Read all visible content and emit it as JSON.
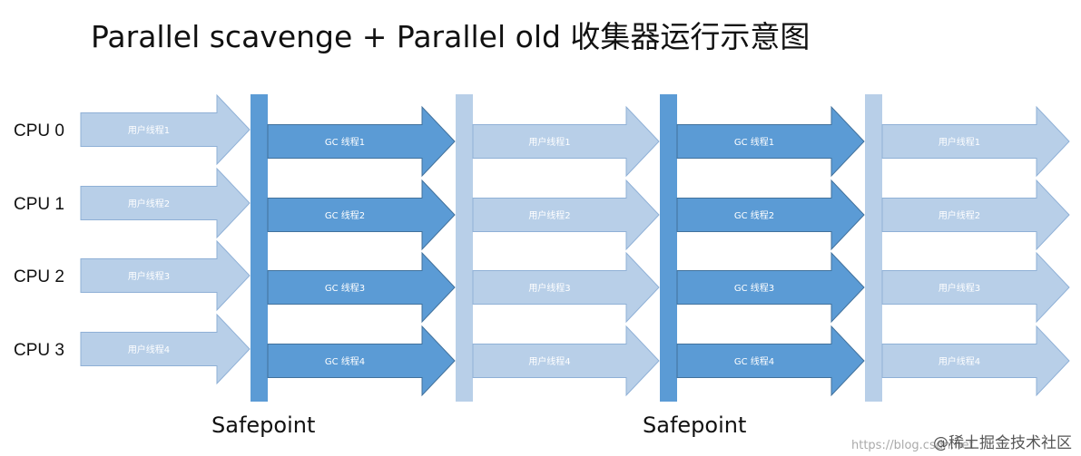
{
  "title": "Parallel scavenge + Parallel old 收集器运行示意图",
  "cpus": [
    "CPU 0",
    "CPU 1",
    "CPU 2",
    "CPU 3"
  ],
  "phases": [
    {
      "kind": "user",
      "labels": [
        "用户线程1",
        "用户线程2",
        "用户线程3",
        "用户线程4"
      ]
    },
    {
      "kind": "gc",
      "labels": [
        "GC 线程1",
        "GC 线程2",
        "GC 线程3",
        "GC 线程4"
      ]
    },
    {
      "kind": "user",
      "labels": [
        "用户线程1",
        "用户线程2",
        "用户线程3",
        "用户线程4"
      ]
    },
    {
      "kind": "gc",
      "labels": [
        "GC 线程1",
        "GC 线程2",
        "GC 线程3",
        "GC 线程4"
      ]
    },
    {
      "kind": "user",
      "labels": [
        "用户线程1",
        "用户线程2",
        "用户线程3",
        "用户线程4"
      ]
    }
  ],
  "safepoint_label": "Safepoint",
  "colors": {
    "user_fill": "#b8cfe8",
    "user_stroke": "#8fb0d6",
    "gc_fill": "#5b9bd5",
    "gc_stroke": "#41719c",
    "bar_dark": "#5b9bd5",
    "bar_light": "#b8cfe8"
  },
  "watermark_left": "https://blog.csdn.net",
  "watermark_right": "@稀土掘金技术社区"
}
